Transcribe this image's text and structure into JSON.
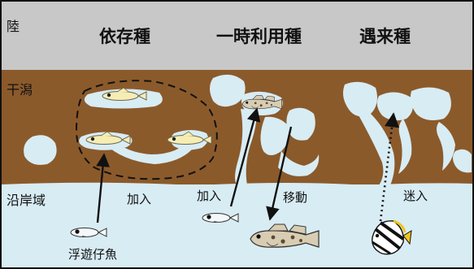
{
  "zones": {
    "land": "陸",
    "tidal_flat": "干潟",
    "coastal": "沿岸域"
  },
  "categories": {
    "dependent": "依存種",
    "temporary": "一時利用種",
    "vagrant": "遇来種"
  },
  "arrows": {
    "recruit_1": "加入",
    "recruit_2": "加入",
    "movement": "移動",
    "stray": "迷入"
  },
  "larva_label": "浮遊仔魚",
  "colors": {
    "land": "#c8c8c8",
    "tidal_flat": "#8b5a2b",
    "water": "#d8ecf4",
    "border": "#111111"
  },
  "icons": {
    "goby_larva": "fish-larva-icon",
    "juvenile_goby": "juvenile-fish-icon",
    "adult_goby": "goby-icon",
    "butterflyfish": "butterflyfish-icon"
  }
}
